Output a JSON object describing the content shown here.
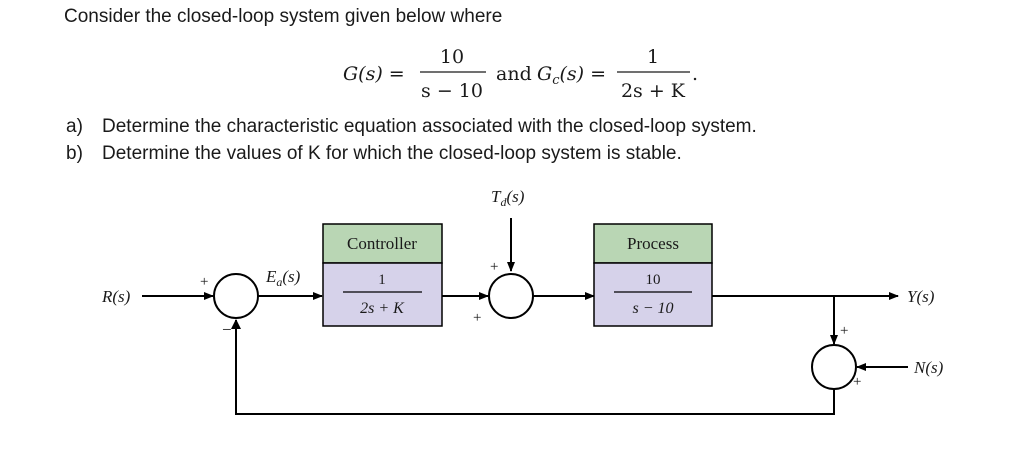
{
  "problem": {
    "intro": "Consider the closed-loop system given below where",
    "equation": {
      "G_lhs": "G(s) =",
      "G_num": "10",
      "G_den": "s − 10",
      "and": "and",
      "Gc_lhs": "G",
      "Gc_sub": "c",
      "Gc_rest": "(s) =",
      "Gc_num": "1",
      "Gc_den": "2s + K",
      "end": "."
    },
    "question_a_label": "a)",
    "question_a": "Determine the characteristic equation associated with the closed-loop system.",
    "question_b_label": "b)",
    "question_b": "Determine the values of K for which the closed-loop system is stable."
  },
  "diagram": {
    "input": "R(s)",
    "error_E": "E",
    "error_sub": "a",
    "error_rest": "(s)",
    "disturbance_T": "T",
    "disturbance_sub": "d",
    "disturbance_rest": "(s)",
    "controller_title": "Controller",
    "controller_num": "1",
    "controller_den": "2s + K",
    "process_title": "Process",
    "process_num": "10",
    "process_den": "s − 10",
    "output": "Y(s)",
    "noise": "N(s)",
    "plus": "+",
    "minus": "−",
    "colors": {
      "block_title_fill": "#b9d6b4",
      "block_tf_fill": "#d6d2ea",
      "line": "#000000"
    }
  }
}
